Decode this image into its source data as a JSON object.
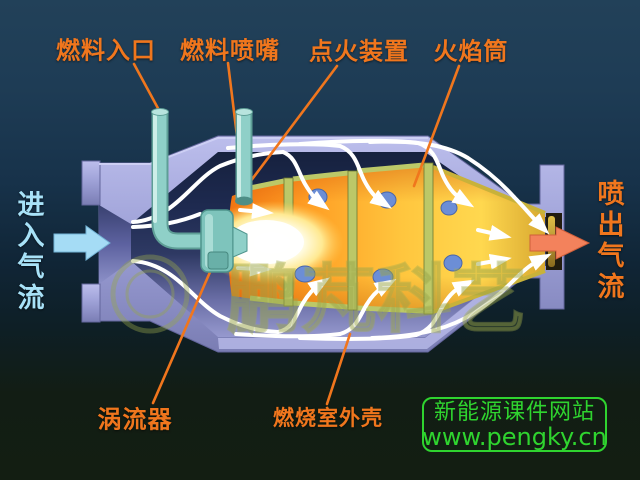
{
  "labels": {
    "fuel_inlet": "燃料入口",
    "fuel_nozzle": "燃料喷嘴",
    "igniter": "点火装置",
    "flame_tube": "火焰筒",
    "swirler": "涡流器",
    "casing": "燃烧室外壳"
  },
  "flow": {
    "inlet": "进入气流",
    "outlet": "喷出气流"
  },
  "watermark": {
    "text": "鹏芃科艺"
  },
  "site": {
    "name": "新能源课件网站",
    "url": "www.pengky.cn"
  },
  "colors": {
    "label_orange": "#f0761d",
    "inlet_text_cyan": "#a8e2f8",
    "outlet_text_orange": "#f0761d",
    "site_green": "#2fd42f",
    "leader_line": "#f0761d",
    "casing_lavender": "#9fa2d8",
    "pipe_teal": "#8fd0c8",
    "flame_orange": "#ff9e24",
    "hole_blue": "#6c8ed6",
    "inlet_arrow": "#a5dcf5",
    "outlet_arrow": "#f3825c"
  }
}
